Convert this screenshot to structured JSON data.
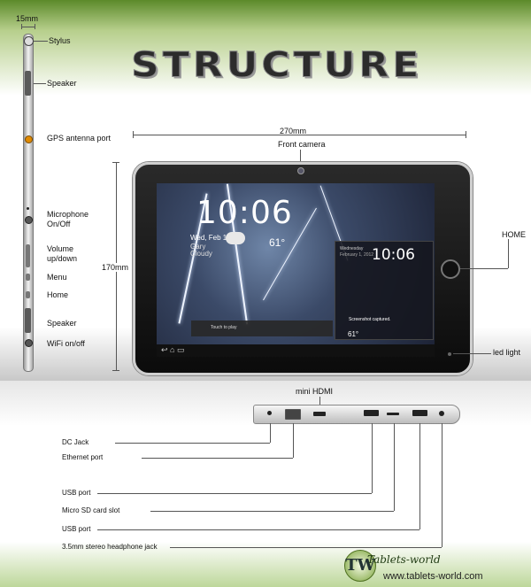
{
  "title": "STRUCTURE",
  "side_view": {
    "width_dim": "15mm",
    "labels": {
      "stylus": "Stylus",
      "speaker_top": "Speaker",
      "gps": "GPS antenna port",
      "microphone": "Microphone",
      "onoff": "On/Off",
      "volume": "Volume",
      "updown": "up/down",
      "menu": "Menu",
      "home": "Home",
      "speaker_bottom": "Speaker",
      "wifi": "WiFi  on/off"
    }
  },
  "front_view": {
    "width_dim": "270mm",
    "height_dim": "170mm",
    "front_camera": "Front camera",
    "home": "HOME",
    "led_light": "led light",
    "screen": {
      "clock": "10:06",
      "date": "Wed, Feb 1",
      "place": "Gary",
      "condition": "Cloudy",
      "temp": "61°",
      "widget_day": "Wednesday",
      "widget_date": "February 1, 2012",
      "widget_clock": "10:06",
      "touch_hint": "Touch to play",
      "notification": "Screenshot captured.",
      "card_temp": "61°"
    }
  },
  "port_view": {
    "mini_hdmi": "mini HDMI",
    "dc_jack": "DC Jack",
    "ethernet": "Ethernet  port",
    "usb1": "USB port",
    "micro_sd": "Micro SD card slot",
    "usb2": "USB port",
    "headphone": "3.5mm stereo headphone jack"
  },
  "branding": {
    "logo_letters": "TW",
    "logo_name": "Tablets-world",
    "site": "www.tablets-world.com"
  },
  "colors": {
    "top_band": "#5c8a2a",
    "bottom_band": "#bdd79a",
    "gps_port": "#e08a00"
  }
}
